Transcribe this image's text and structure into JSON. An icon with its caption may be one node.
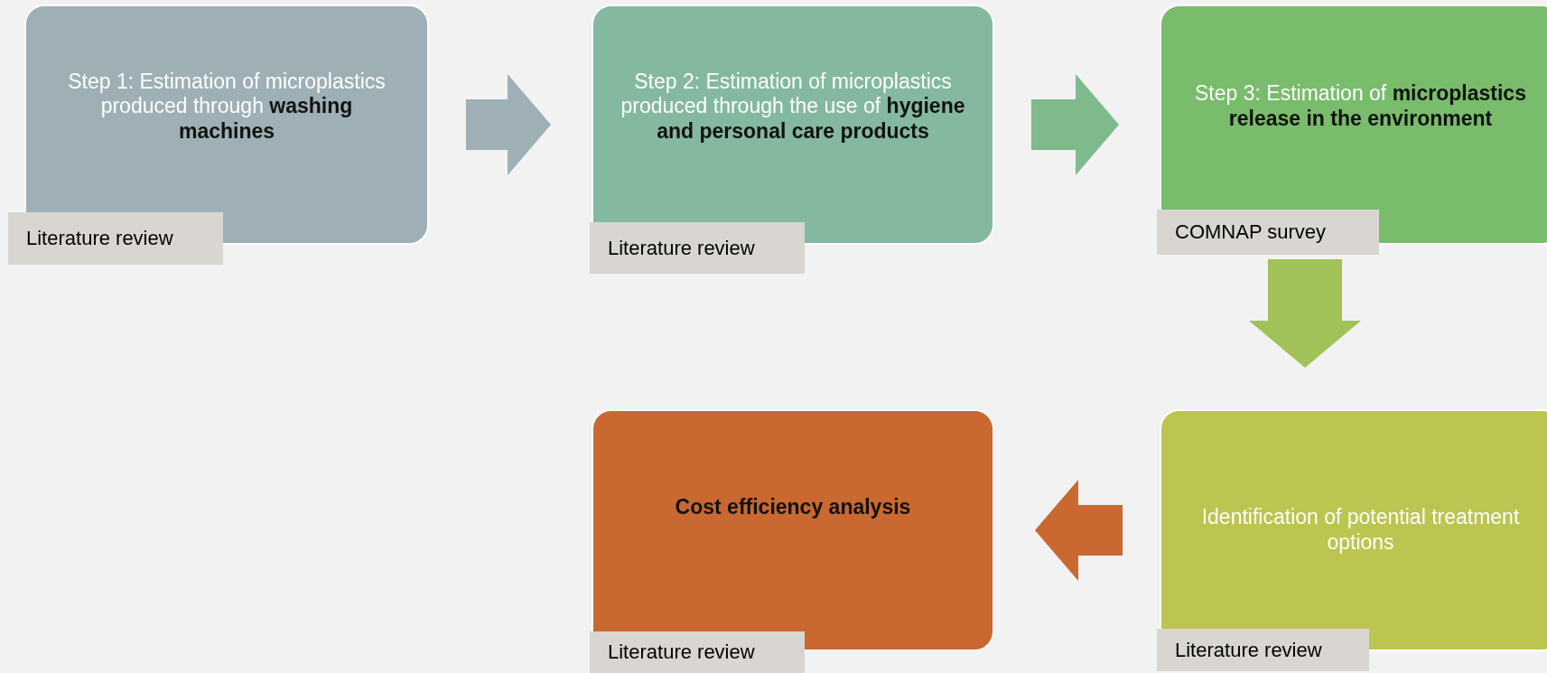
{
  "diagram": {
    "nodes": [
      {
        "text": [
          "Step 1: Estimation of microplastics produced through **washing machines**"
        ]
      },
      {
        "text": [
          "Literature review"
        ]
      },
      {
        "text": [
          "Step 2: Estimation of microplastics produced through the use of **hygiene and personal care products**"
        ]
      },
      {
        "text": [
          "Literature review"
        ]
      },
      {
        "text": [
          "Step 3: Estimation of **microplastics release in the environment**"
        ]
      },
      {
        "text": [
          "COMNAP survey"
        ]
      },
      {
        "text": [
          "Identification of potential treatment options"
        ]
      },
      {
        "text": [
          "Literature review"
        ]
      },
      {
        "text": [
          "Cost efficiency analysis"
        ]
      },
      {
        "text": [
          "Literature review"
        ]
      }
    ],
    "edges": [
      {
        "from": 0,
        "to": 2,
        "arrow": "to",
        "style": "thick",
        "color": "#9eb0b5"
      },
      {
        "from": 2,
        "to": 4,
        "arrow": "to",
        "style": "thick",
        "color": "#7fba8c"
      },
      {
        "from": 4,
        "to": 6,
        "arrow": "to",
        "style": "thick",
        "color": "#a0c258"
      },
      {
        "from": 6,
        "to": 8,
        "arrow": "to",
        "style": "thick",
        "color": "#c96831"
      }
    ]
  }
}
